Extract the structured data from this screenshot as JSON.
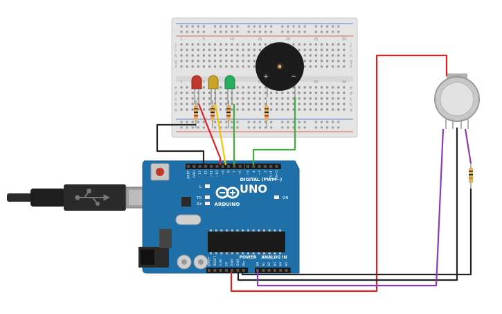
{
  "board": {
    "logo": "ARDUINO",
    "model": "UNO",
    "digital_header_label": "DIGITAL (PWM~)",
    "power_label": "POWER",
    "analog_label": "ANALOG IN",
    "on_label": "ON",
    "led_l_label": "L",
    "tx_label": "TX",
    "rx_label": "RX",
    "digital_pins": [
      "AREF",
      "GND",
      "13",
      "12",
      "~11",
      "~10",
      "~9",
      "8",
      "7",
      "~6",
      "~5",
      "4",
      "~3",
      "2",
      "TX→1",
      "RX←0"
    ],
    "power_pins": [
      "IOREF",
      "RESET",
      "3.3V",
      "5V",
      "GND",
      "GND",
      "Vin"
    ],
    "analog_pins": [
      "A0",
      "A1",
      "A2",
      "A3",
      "A4",
      "A5"
    ]
  },
  "breadboard": {
    "row_letters_top": [
      "j",
      "i",
      "h",
      "g",
      "f"
    ],
    "row_letters_bottom": [
      "e",
      "d",
      "c",
      "b",
      "a"
    ],
    "column_numbers": [
      "1",
      "5",
      "10",
      "15",
      "20",
      "25",
      "30"
    ]
  },
  "components": {
    "buzzer": {
      "plus": "+",
      "minus": "−"
    },
    "leds": [
      {
        "name": "red",
        "color": "#c0392b"
      },
      {
        "name": "yellow",
        "color": "#c9a227"
      },
      {
        "name": "green",
        "color": "#27ae60"
      }
    ]
  },
  "colors": {
    "board_blue": "#1f6fa8",
    "breadboard": "#e4e4e4",
    "wire_red": "#e02020",
    "wire_yellow": "#f0c400",
    "wire_green": "#3fae3a",
    "wire_black": "#222222",
    "wire_purple": "#8a3ab9"
  }
}
